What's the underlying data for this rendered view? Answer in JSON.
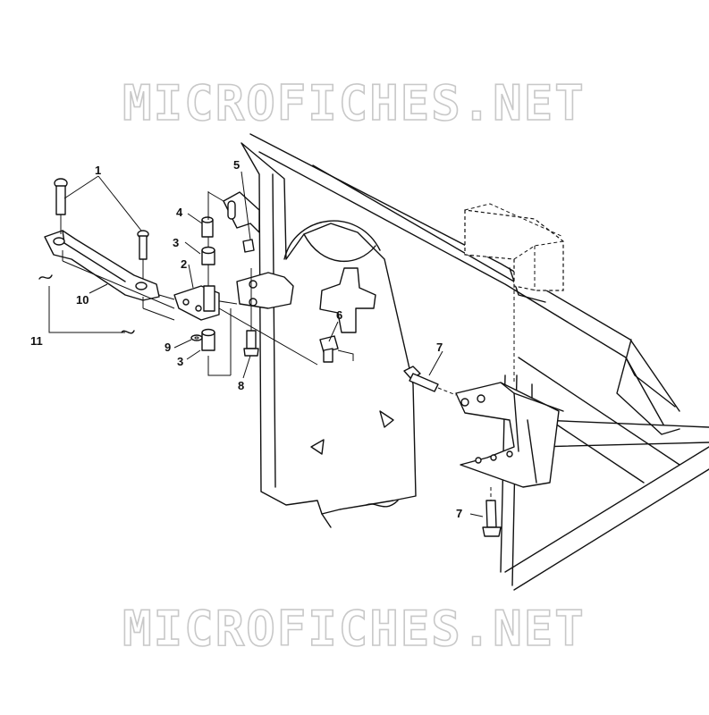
{
  "watermark": {
    "top": "MICROFICHES.NET",
    "bottom": "MICROFICHES.NET"
  },
  "callouts": {
    "c1": "1",
    "c2": "2",
    "c3a": "3",
    "c3b": "3",
    "c4": "4",
    "c5": "5",
    "c6": "6",
    "c7a": "7",
    "c7b": "7",
    "c8": "8",
    "c9": "9",
    "c10": "10",
    "c11": "11"
  }
}
